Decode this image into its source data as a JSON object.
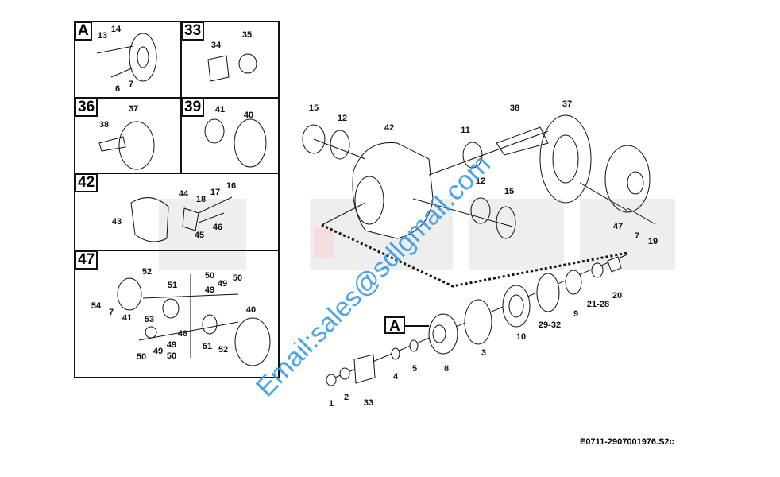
{
  "title": "Differential carrier exploded parts diagram",
  "caption": "E0711-2907001976.S2c",
  "watermark": "Email:sales@sdlgmail.com",
  "main_callout": "A",
  "panels": [
    {
      "tag": "A",
      "labels": [
        "13",
        "14",
        "6",
        "7"
      ]
    },
    {
      "tag": "33",
      "labels": [
        "34",
        "35"
      ]
    },
    {
      "tag": "36",
      "labels": [
        "38",
        "37"
      ]
    },
    {
      "tag": "39",
      "labels": [
        "41",
        "40"
      ]
    },
    {
      "tag": "42",
      "labels": [
        "44",
        "18",
        "17",
        "16",
        "43",
        "46",
        "45"
      ]
    },
    {
      "tag": "47",
      "labels": [
        "52",
        "50",
        "51",
        "49",
        "50",
        "49",
        "54",
        "7",
        "41",
        "53",
        "40",
        "48",
        "49",
        "51",
        "50",
        "49",
        "50",
        "52"
      ]
    }
  ],
  "main_labels": [
    "15",
    "12",
    "42",
    "11",
    "38",
    "37",
    "12",
    "15",
    "47",
    "7",
    "19",
    "20",
    "21-28",
    "9",
    "29-32",
    "10",
    "3",
    "8",
    "5",
    "4",
    "33",
    "2",
    "1"
  ],
  "colors": {
    "watermark": "#3a9be0",
    "line": "#111111",
    "bg_logo": "#ececec"
  }
}
